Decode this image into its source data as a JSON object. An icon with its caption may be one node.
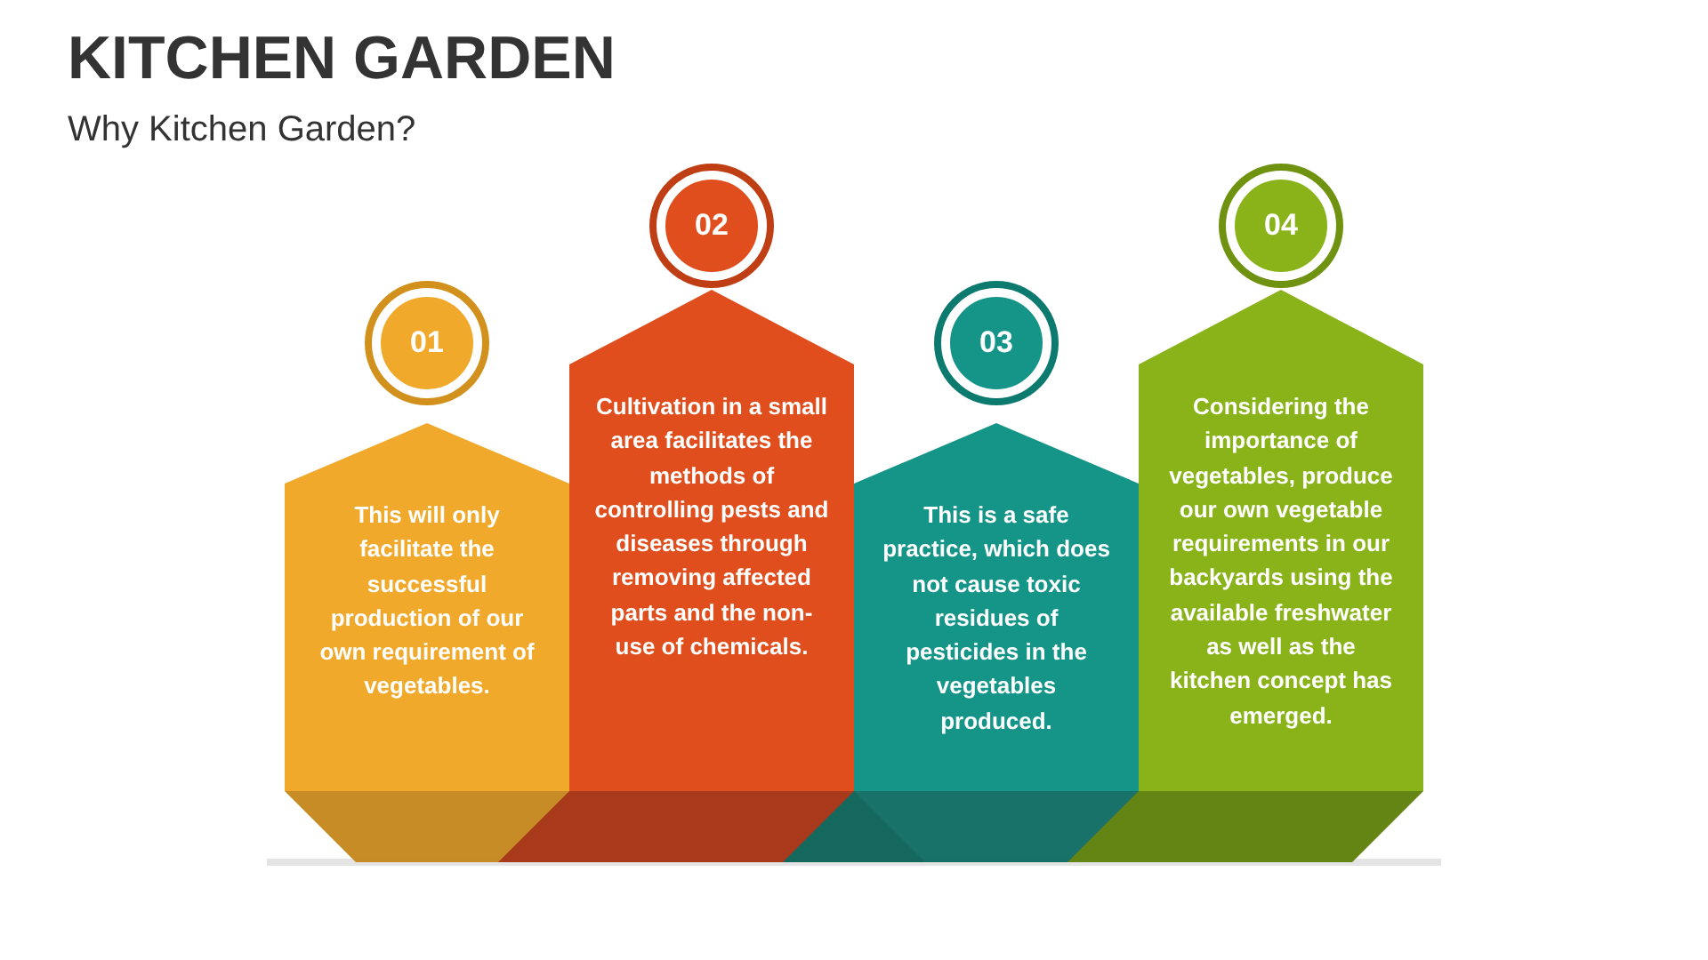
{
  "diagram": {
    "title": "KITCHEN GARDEN",
    "nodes": [
      {
        "text": [
          "01"
        ]
      },
      {
        "text": [
          "This will only facilitate the successful production of our own requirement of vegetables."
        ]
      },
      {
        "text": [
          "02"
        ]
      },
      {
        "text": [
          "Cultivation in a small area facilitates the methods of controlling pests and diseases through removing affected parts and the non-use of chemicals."
        ]
      },
      {
        "text": [
          "03"
        ]
      },
      {
        "text": [
          "This is a safe practice, which does not cause toxic residues of pesticides in the vegetables produced."
        ]
      },
      {
        "text": [
          "04"
        ]
      },
      {
        "text": [
          "Considering the importance of vegetables, produce our own vegetable requirements in our backyards using the available freshwater as well as the kitchen concept has emerged."
        ]
      }
    ],
    "edges": [],
    "labels": [
      "Why Kitchen Garden?"
    ]
  }
}
